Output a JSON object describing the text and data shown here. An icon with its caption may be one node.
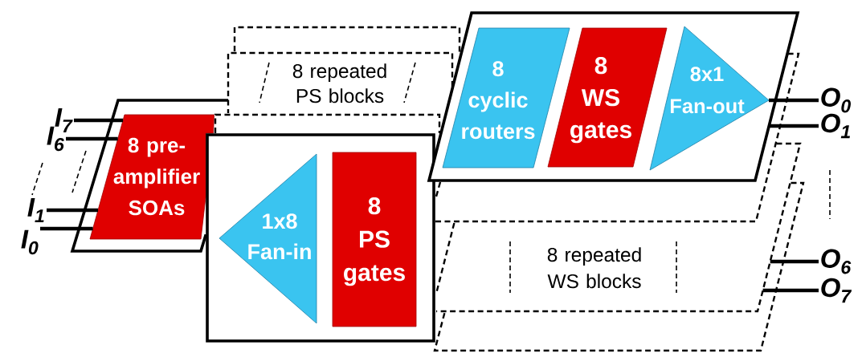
{
  "diagram": {
    "nodes": [
      {
        "text": [
          "I$_{7}$"
        ]
      },
      {
        "text": [
          "I$_{6}$"
        ]
      },
      {
        "text": [
          "I$_{1}$"
        ]
      },
      {
        "text": [
          "I$_{0}$"
        ]
      },
      {
        "text": [],
        "shape": "parallelogram"
      },
      {
        "text": [
          "8 pre-amplifier SOAs"
        ],
        "in": 4
      },
      {
        "text": [
          "8 repeated PS blocks"
        ]
      },
      {
        "text": [],
        "shape": "box"
      },
      {
        "text": [
          "1x8 Fan-in"
        ],
        "in": 7
      },
      {
        "text": [
          "8 PS gates"
        ],
        "in": 7
      },
      {
        "text": [],
        "shape": "parallelogram"
      },
      {
        "text": [
          "8 cyclic routers"
        ],
        "in": 10
      },
      {
        "text": [
          "8 WS gates"
        ],
        "in": 10
      },
      {
        "text": [
          "8x1 Fan-out"
        ],
        "in": 10
      },
      {
        "text": [
          "8 repeated WS blocks"
        ]
      },
      {
        "text": [
          "O$_{0}$"
        ]
      },
      {
        "text": [
          "O$_{1}$"
        ]
      },
      {
        "text": [
          "O$_{6}$"
        ]
      },
      {
        "text": [
          "O$_{7}$"
        ]
      }
    ],
    "edges": [
      {
        "from": 0,
        "to": 5,
        "arrow": "none"
      },
      {
        "from": 1,
        "to": 5,
        "arrow": "none"
      },
      {
        "from": 2,
        "to": 5,
        "arrow": "none"
      },
      {
        "from": 3,
        "to": 5,
        "arrow": "none"
      },
      {
        "from": 13,
        "to": 15,
        "arrow": "none"
      },
      {
        "from": 10,
        "to": 16,
        "arrow": "none"
      },
      {
        "from": 14,
        "to": 17,
        "arrow": "none"
      },
      {
        "from": 14,
        "to": 18,
        "arrow": "none"
      }
    ]
  }
}
